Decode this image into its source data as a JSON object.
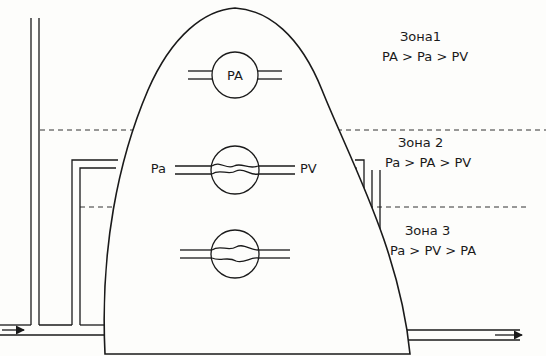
{
  "diagram": {
    "nodes": [
      {
        "text": [
          "PA"
        ]
      }
    ],
    "labels": [
      "Pa",
      "PV",
      "Зона1",
      "PA > Pa > PV",
      "Зона 2",
      "Pa > PA > PV",
      "Зона 3",
      "Pa > PV > PA"
    ]
  }
}
